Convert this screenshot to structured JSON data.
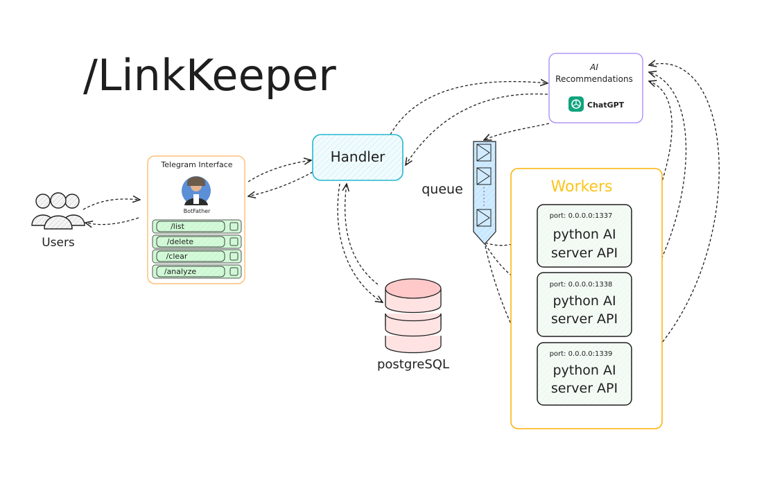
{
  "title": "/LinkKeeper",
  "users": {
    "label": "Users"
  },
  "telegram": {
    "title": "Telegram Interface",
    "bot_name": "BotFather",
    "commands": [
      "/list",
      "/delete",
      "/clear",
      "/analyze"
    ]
  },
  "handler": {
    "label": "Handler"
  },
  "database": {
    "label": "postgreSQL"
  },
  "queue": {
    "label": "queue"
  },
  "ai": {
    "title_line1": "AI",
    "title_line2": "Recommendations",
    "provider": "ChatGPT",
    "provider_icon": "openai-logo-icon"
  },
  "workers": {
    "title": "Workers",
    "servers": [
      {
        "port": "port: 0.0.0.0:1337",
        "line1": "python AI",
        "line2": "server API"
      },
      {
        "port": "port: 0.0.0.0:1338",
        "line1": "python AI",
        "line2": "server API"
      },
      {
        "port": "port: 0.0.0.0:1339",
        "line1": "python AI",
        "line2": "server API"
      }
    ]
  },
  "colors": {
    "handler_border": "#22b8cf",
    "telegram_border": "#ffc078",
    "ai_border": "#b197fc",
    "workers_border": "#fab005",
    "workers_title": "#fcc419",
    "db_fill": "#ffc9c9",
    "command_fill": "#d3f9d8",
    "queue_fill": "#d0ebff",
    "chatgpt_green": "#10a37f"
  }
}
